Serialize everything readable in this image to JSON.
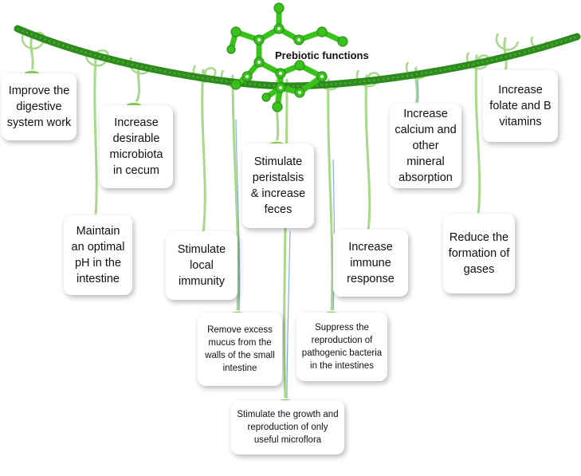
{
  "title": "Prebiotic functions",
  "colors": {
    "branch": "#2e8b1e",
    "hub": "#39c21c",
    "string": "#a8d889",
    "string_dark": "#6a9bd1"
  },
  "functions": [
    {
      "id": "digestive",
      "text": "Improve the digestive system work"
    },
    {
      "id": "microbiota",
      "text": "Increase desirable microbiota in cecum"
    },
    {
      "id": "peristalsis",
      "text": "Stimulate peristalsis & increase feces"
    },
    {
      "id": "calcium",
      "text": "Increase calcium and other mineral absorption"
    },
    {
      "id": "folate",
      "text": "Increase folate and B vitamins"
    },
    {
      "id": "ph",
      "text": "Maintain an optimal pH in the intestine"
    },
    {
      "id": "immunity",
      "text": "Stimulate local immunity"
    },
    {
      "id": "immune",
      "text": "Increase immune response"
    },
    {
      "id": "gases",
      "text": "Reduce the formation of gases"
    },
    {
      "id": "mucus",
      "text": "Remove excess mucus from the walls of the small intestine"
    },
    {
      "id": "suppress",
      "text": "Suppress the reproduction of pathogenic bacteria in the intestines"
    },
    {
      "id": "growth",
      "text": "Stimulate the growth and reproduction of only useful microflora"
    }
  ]
}
